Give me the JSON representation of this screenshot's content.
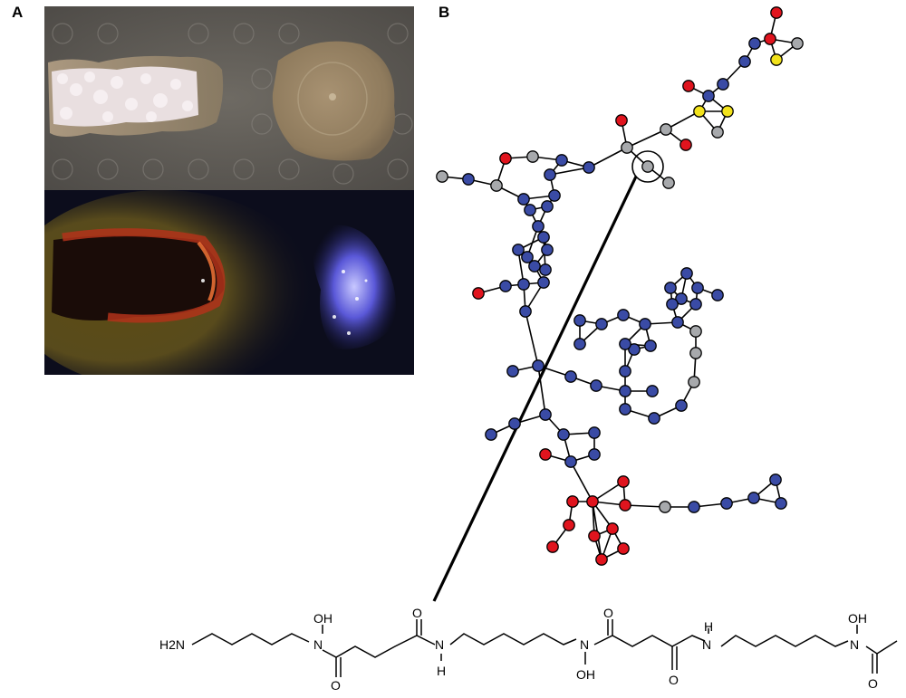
{
  "figure": {
    "panel_a_label": "A",
    "panel_b_label": "B"
  },
  "panel_a": {
    "top_image": "photograph of two microbial colonies on agar: white spore-forming Streptomyces colony (left) and round tan colony (right)",
    "bottom_image": "imaging mass spectrometry false-color overlay: yellow/red signal around left colony, blue signal at right colony"
  },
  "panel_b": {
    "network": "molecular network of nodes colored red, grey, blue and yellow connected by black edges",
    "node_colors": {
      "red": "#e0141e",
      "grey": "#a7a9ac",
      "blue": "#3a4ba5",
      "yellow": "#f2e21b"
    },
    "highlighted_node": "circled grey node linked to structure below"
  },
  "structure": {
    "h2n": "H2N",
    "oh": "OH",
    "o": "O",
    "n": "N",
    "h": "H"
  }
}
